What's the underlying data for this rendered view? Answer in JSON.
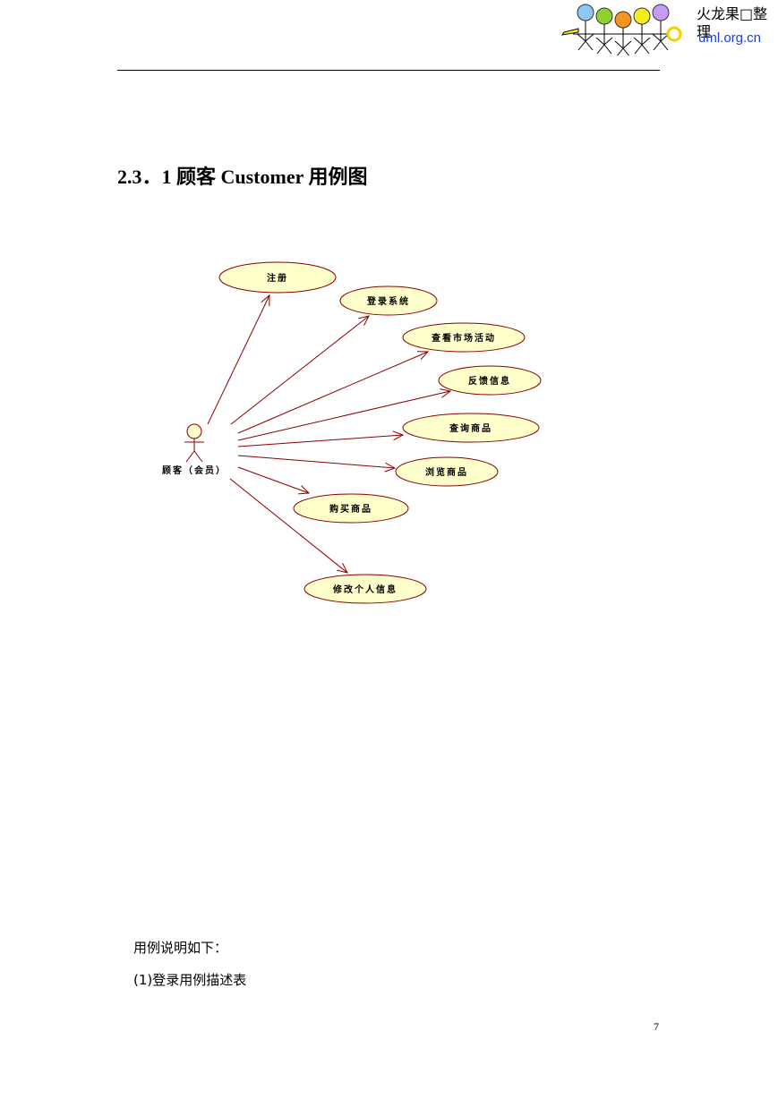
{
  "header": {
    "logo_text": "火龙果□整理",
    "logo_url": "uml.org.cn",
    "logo_colors": [
      "#8ec6f4",
      "#8fd132",
      "#f7941d",
      "#f5ee1e",
      "#c49bf5"
    ]
  },
  "section": {
    "heading": "2.3．1  顾客 Customer 用例图"
  },
  "diagram": {
    "actor": {
      "label": "顾客（会员）",
      "icon": "stick-figure-icon"
    },
    "use_cases": [
      {
        "id": "register",
        "label": "注册"
      },
      {
        "id": "login",
        "label": "登录系统"
      },
      {
        "id": "market",
        "label": "查看市场活动"
      },
      {
        "id": "feedback",
        "label": "反馈信息"
      },
      {
        "id": "query",
        "label": "查询商品"
      },
      {
        "id": "browse",
        "label": "浏览商品"
      },
      {
        "id": "buy",
        "label": "购买商品"
      },
      {
        "id": "modify",
        "label": "修改个人信息"
      }
    ],
    "colors": {
      "line": "#8b0000",
      "ellipse_fill": "#ffffcc",
      "ellipse_stroke": "#8b0000"
    }
  },
  "body": {
    "intro": "用例说明如下：",
    "table_caption": "(1)登录用例描述表"
  },
  "footer": {
    "page_number": "7"
  }
}
